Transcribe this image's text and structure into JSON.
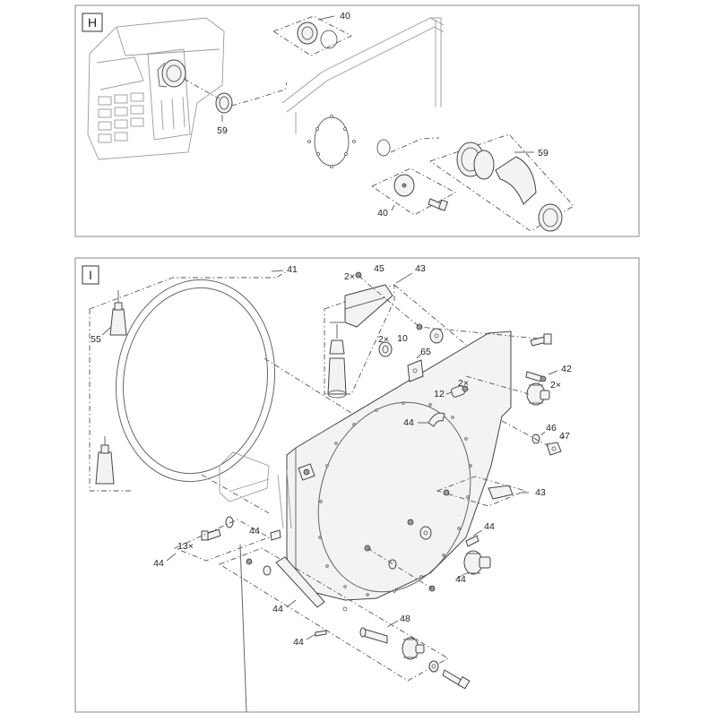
{
  "sections": {
    "h": {
      "tag": "H"
    },
    "i": {
      "tag": "I"
    }
  },
  "callouts": {
    "h_40_top": "40",
    "h_59_left": "59",
    "h_59_right": "59",
    "h_40_bottom": "40",
    "i_41": "41",
    "i_2x_45": "2×",
    "i_45": "45",
    "i_43_top": "43",
    "i_55": "55",
    "i_2x_10": "2×",
    "i_10": "10",
    "i_65": "65",
    "i_42": "42",
    "i_2x_42": "2×",
    "i_2x_12": "2×",
    "i_12": "12",
    "i_44_center": "44",
    "i_46": "46",
    "i_47": "47",
    "i_43_right": "43",
    "i_44_right": "44",
    "i_44_left": "44",
    "i_13x": "13×",
    "i_44_far_left": "44",
    "i_44_lower_right": "44",
    "i_44_bottom_left": "44",
    "i_48": "48",
    "i_44_bottom": "44"
  },
  "colors": {
    "frame": "#8a8a8a",
    "line": "#555555",
    "part_fill": "#f3f3f3",
    "text": "#222222"
  }
}
